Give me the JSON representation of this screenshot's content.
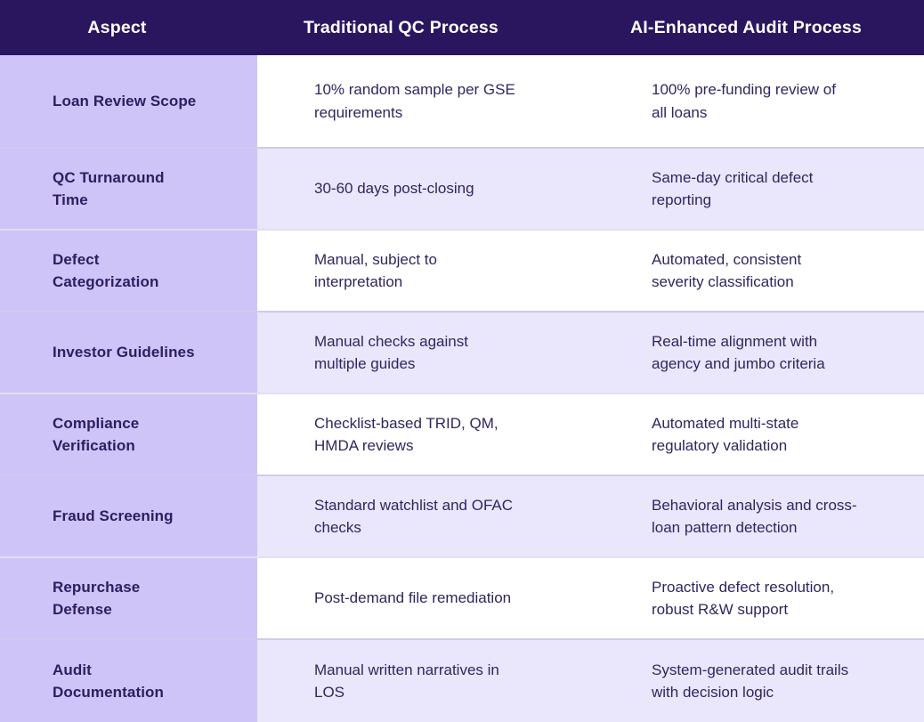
{
  "theme": {
    "header_bg": "#2a165e",
    "header_text": "#ffffff",
    "aspect_bg": "#cfc4f8",
    "stripe_bg": "#eae6fb",
    "row_bg": "#ffffff",
    "text": "#30265f",
    "aspect_text": "#2b2060",
    "divider": "rgba(77,56,150,0.16)"
  },
  "table": {
    "columns": [
      {
        "label": "Aspect"
      },
      {
        "label": "Traditional QC Process"
      },
      {
        "label": "AI-Enhanced Audit Process"
      }
    ],
    "rows": [
      {
        "aspect": [
          "Loan Review Scope"
        ],
        "traditional": [
          "10% random sample per GSE",
          "requirements"
        ],
        "enhanced": [
          "100% pre-funding review of",
          "all loans"
        ]
      },
      {
        "aspect": [
          "QC Turnaround",
          "Time"
        ],
        "traditional": [
          "30-60 days post-closing"
        ],
        "enhanced": [
          "Same-day critical defect",
          "reporting"
        ]
      },
      {
        "aspect": [
          "Defect",
          "Categorization"
        ],
        "traditional": [
          "Manual, subject to",
          "interpretation"
        ],
        "enhanced": [
          "Automated, consistent",
          "severity classification"
        ]
      },
      {
        "aspect": [
          "Investor Guidelines"
        ],
        "traditional": [
          "Manual checks against",
          "multiple guides"
        ],
        "enhanced": [
          "Real-time alignment with",
          "agency and jumbo criteria"
        ]
      },
      {
        "aspect": [
          "Compliance",
          "Verification"
        ],
        "traditional": [
          "Checklist-based TRID, QM,",
          "HMDA reviews"
        ],
        "enhanced": [
          "Automated multi-state",
          "regulatory validation"
        ]
      },
      {
        "aspect": [
          "Fraud Screening"
        ],
        "traditional": [
          "Standard watchlist and OFAC",
          "checks"
        ],
        "enhanced": [
          "Behavioral analysis and cross-",
          "loan pattern detection"
        ]
      },
      {
        "aspect": [
          "Repurchase",
          "Defense"
        ],
        "traditional": [
          "Post-demand file remediation"
        ],
        "enhanced": [
          "Proactive defect resolution,",
          "robust R&W support"
        ]
      },
      {
        "aspect": [
          "Audit",
          "Documentation"
        ],
        "traditional": [
          "Manual written narratives in",
          "LOS"
        ],
        "enhanced": [
          "System-generated audit trails",
          "with decision logic"
        ]
      }
    ]
  }
}
